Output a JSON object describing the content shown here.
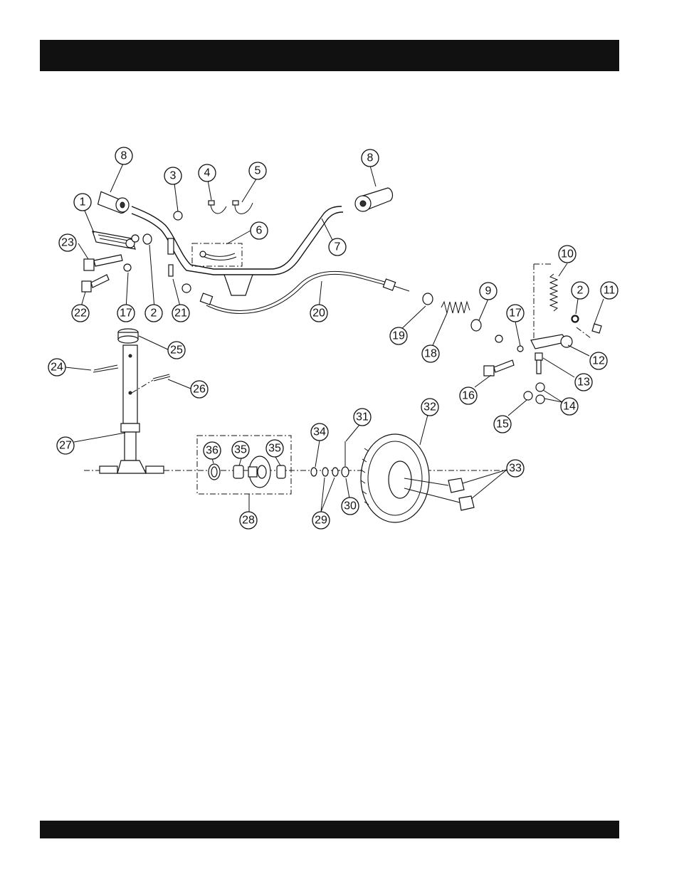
{
  "header": {
    "bar_color": "#111111"
  },
  "footer": {
    "bar_color": "#111111"
  },
  "callouts": [
    "1",
    "2",
    "3",
    "4",
    "5",
    "6",
    "7",
    "8",
    "9",
    "10",
    "11",
    "12",
    "13",
    "14",
    "15",
    "16",
    "17",
    "18",
    "19",
    "20",
    "21",
    "22",
    "23",
    "24",
    "25",
    "26",
    "27",
    "28",
    "29",
    "30",
    "31",
    "32",
    "33",
    "34",
    "35",
    "36"
  ],
  "icons": {
    "style": "exploded-parts-diagram"
  }
}
